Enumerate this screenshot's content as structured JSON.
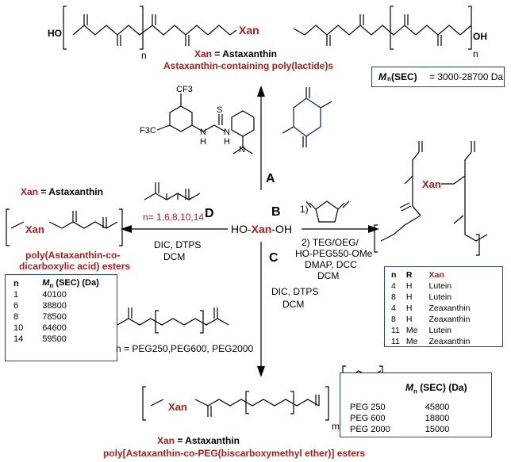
{
  "colors": {
    "red": "#b31b1b",
    "blue": "#1f3aa8",
    "black": "#000000"
  },
  "top": {
    "xan_label": "Xan",
    "n_left": "n",
    "n_right": "n",
    "ho": "HO",
    "oh": "OH",
    "legend_prefix": "Xan",
    "legend_text": "= Astaxanthin",
    "caption": "Astaxanthin-containing poly(lactide)s",
    "mn_box_label": "M",
    "mn_box_sub": "n",
    "mn_box_suffix": " (SEC)",
    "mn_box_value": "= 3000-28700 Da"
  },
  "catalyst": {
    "cf3_top": "CF3",
    "cf3_left": "F3C",
    "s": "S",
    "nh1": "N",
    "nh2": "N",
    "h1": "H",
    "h2": "H",
    "n_dim": "N"
  },
  "center": {
    "compound_ho": "HO-",
    "compound_xan": "Xan",
    "compound_oh": "-OH",
    "label_a": "A",
    "label_b": "B",
    "label_c": "C",
    "label_d": "D"
  },
  "left": {
    "xan_label": "Xan",
    "legend_text": "= Astaxanthin",
    "acid_n_list": "n= 1,6,8,10,14",
    "reagent1": "DIC, DTPS",
    "reagent2": "DCM",
    "caption1": "poly(Astaxanthin-co-",
    "caption2": "dicarboxylic acid) esters",
    "table_headers": [
      "n",
      "M",
      "(SEC) (Da)"
    ],
    "table_rows": [
      [
        "1",
        "40100"
      ],
      [
        "6",
        "38800"
      ],
      [
        "8",
        "78500"
      ],
      [
        "10",
        "64600"
      ],
      [
        "14",
        "59500"
      ]
    ]
  },
  "right": {
    "step1": "1)",
    "step2a": "2) TEG/OEG/",
    "step2b": "HO-PEG550-OMe",
    "step2c": "DMAP, DCC",
    "step2d": "DCM",
    "table_headers": [
      "n",
      "R",
      "Xan"
    ],
    "table_rows": [
      [
        "4",
        "H",
        "Lutein"
      ],
      [
        "8",
        "H",
        "Lutein"
      ],
      [
        "4",
        "H",
        "Zeaxanthin"
      ],
      [
        "8",
        "H",
        "Zeaxanthin"
      ],
      [
        "11",
        "Me",
        "Lutein"
      ],
      [
        "11",
        "Me",
        "Zeaxanthin"
      ]
    ]
  },
  "bottom_left": {
    "peg_n_list": "n = PEG250,PEG600, PEG2000"
  },
  "bottom_mid": {
    "reagent1": "DIC, DTPS",
    "reagent2": "DCM"
  },
  "peg_box": {
    "headers": [
      "M",
      "(SEC) (Da)"
    ],
    "rows": [
      [
        "PEG 250",
        "45800"
      ],
      [
        "PEG 600",
        "18800"
      ],
      [
        "PEG 2000",
        "15000"
      ]
    ]
  },
  "bottom": {
    "xan_label": "Xan",
    "legend_prefix": "Xan",
    "legend_text": "= Astaxanthin",
    "caption": "poly[Astaxanthin-co-PEG(biscarboxymethyl ether)] esters",
    "m": "m"
  }
}
